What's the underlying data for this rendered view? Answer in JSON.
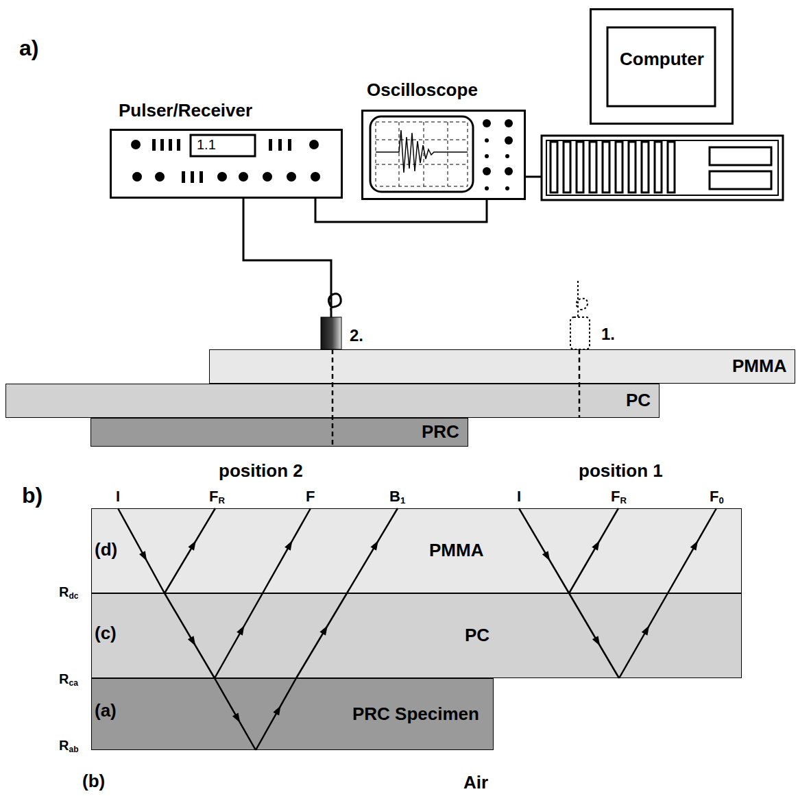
{
  "diagram": {
    "nodes": [
      {
        "text": [
          "Pulser/Receiver"
        ]
      },
      {
        "text": [
          "Oscilloscope"
        ]
      },
      {
        "text": [
          "Computer"
        ]
      },
      {
        "text": [
          "PMMA"
        ]
      },
      {
        "text": [
          "PC"
        ]
      },
      {
        "text": [
          "PRC"
        ]
      },
      {
        "text": [
          "PMMA"
        ]
      },
      {
        "text": [
          "PC"
        ]
      },
      {
        "text": [
          "PRC Specimen"
        ]
      }
    ],
    "edges": [
      {
        "from": 0,
        "to": 1,
        "arrow": "none"
      }
    ],
    "labels": [
      "a)",
      "1.1",
      "2.",
      "1.",
      "position 2",
      "position 1",
      "b)",
      "I",
      "FR",
      "F",
      "B1",
      "I",
      "FR",
      "F0",
      "(d)",
      "(c)",
      "(a)",
      "(b)",
      "Rdc",
      "Rca",
      "Rab",
      "Air"
    ]
  }
}
